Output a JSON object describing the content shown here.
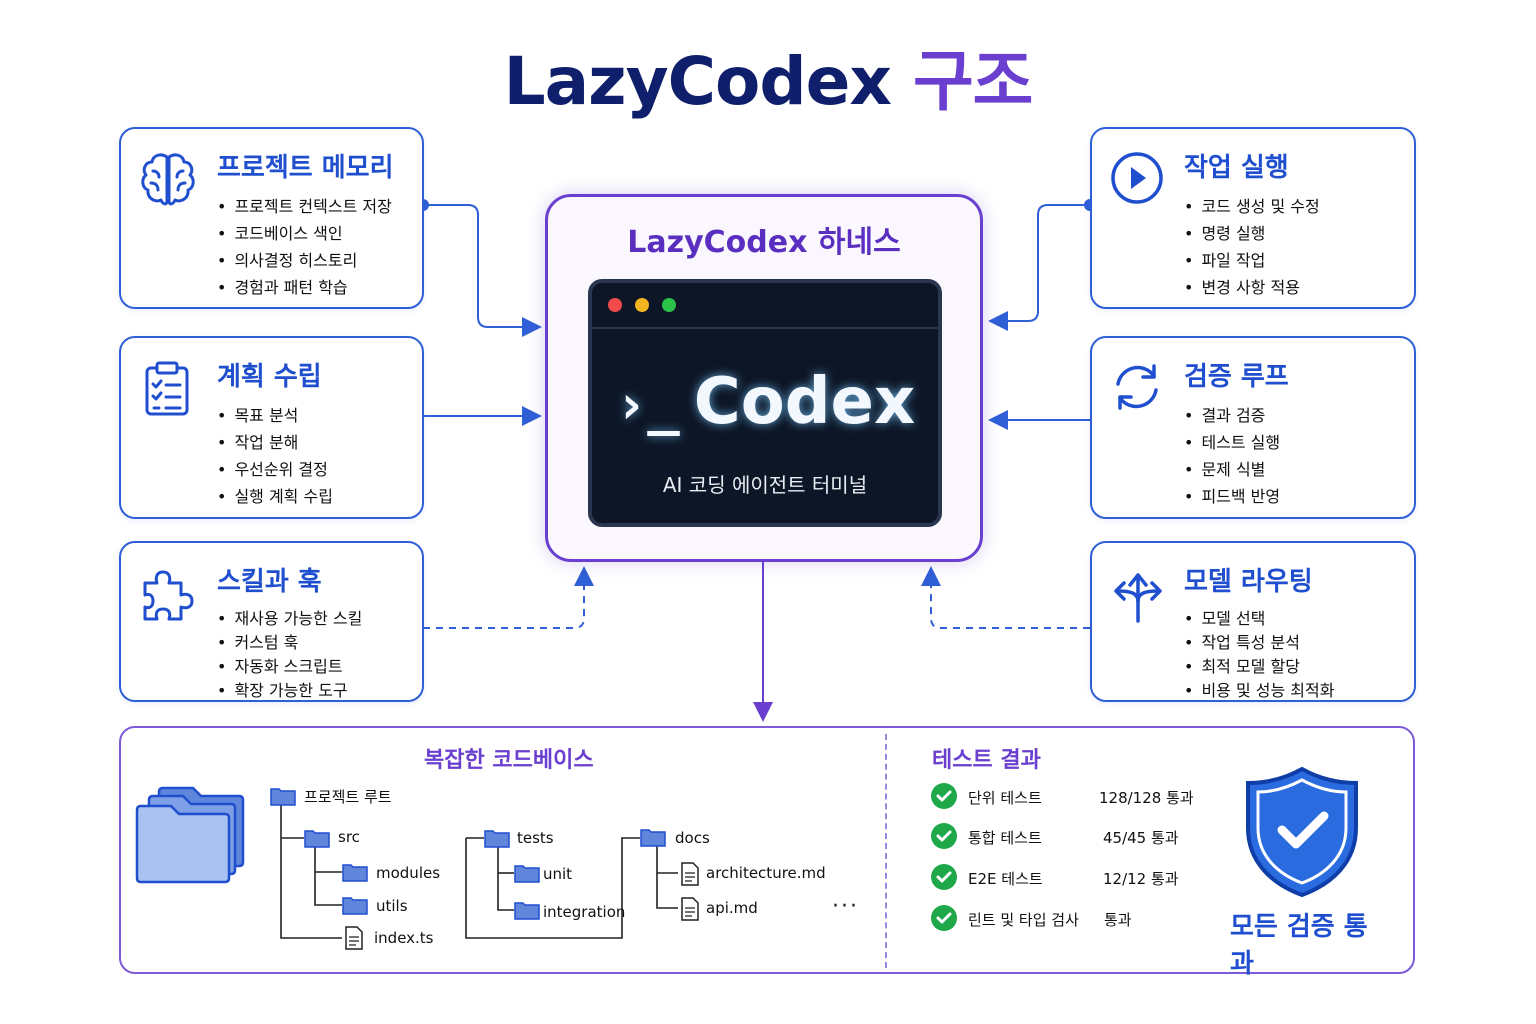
{
  "title": {
    "main": "LazyCodex",
    "accent": "구조"
  },
  "cards": {
    "memory": {
      "title": "프로젝트 메모리",
      "items": [
        "프로젝트 컨텍스트 저장",
        "코드베이스 색인",
        "의사결정 히스토리",
        "경험과 패턴 학습"
      ],
      "icon": "brain-icon"
    },
    "planning": {
      "title": "계획 수립",
      "items": [
        "목표 분석",
        "작업 분해",
        "우선순위 결정",
        "실행 계획 수립"
      ],
      "icon": "clipboard-icon"
    },
    "skills": {
      "title": "스킬과 훅",
      "items": [
        "재사용 가능한 스킬",
        "커스텀 훅",
        "자동화 스크립트",
        "확장 가능한 도구"
      ],
      "icon": "puzzle-icon"
    },
    "execution": {
      "title": "작업 실행",
      "items": [
        "코드 생성 및 수정",
        "명령 실행",
        "파일 작업",
        "변경 사항 적용"
      ],
      "icon": "play-icon"
    },
    "verification": {
      "title": "검증 루프",
      "items": [
        "결과 검증",
        "테스트 실행",
        "문제 식별",
        "피드백 반영"
      ],
      "icon": "refresh-icon"
    },
    "routing": {
      "title": "모델 라우팅",
      "items": [
        "모델 선택",
        "작업 특성 분석",
        "최적 모델 할당",
        "비용 및 성능 최적화"
      ],
      "icon": "routing-arrows-icon"
    }
  },
  "harness": {
    "title": "LazyCodex 하네스",
    "brand": "Codex",
    "prompt": "›_",
    "subtitle": "AI 코딩 에이전트 터미널"
  },
  "codebase": {
    "title": "복잡한 코드베이스",
    "root": "프로젝트 루트",
    "src": "src",
    "modules": "modules",
    "utils": "utils",
    "index": "index.ts",
    "tests": "tests",
    "unit": "unit",
    "integration": "integration",
    "docs": "docs",
    "architecture": "architecture.md",
    "api": "api.md",
    "more": "···"
  },
  "tests": {
    "title": "테스트 결과",
    "rows": [
      {
        "name": "단위 테스트",
        "result": "128/128 통과"
      },
      {
        "name": "통합 테스트",
        "result": "45/45 통과"
      },
      {
        "name": "E2E 테스트",
        "result": "12/12 통과"
      },
      {
        "name": "린트 및 타입 검사",
        "result": "통과"
      }
    ],
    "summary": "모든 검증 통과"
  },
  "colors": {
    "blue": "#2f5fd6",
    "purple": "#6a3fd0",
    "navy": "#0f1f6b",
    "green": "#1fa84a",
    "terminal": "#0d1626"
  }
}
